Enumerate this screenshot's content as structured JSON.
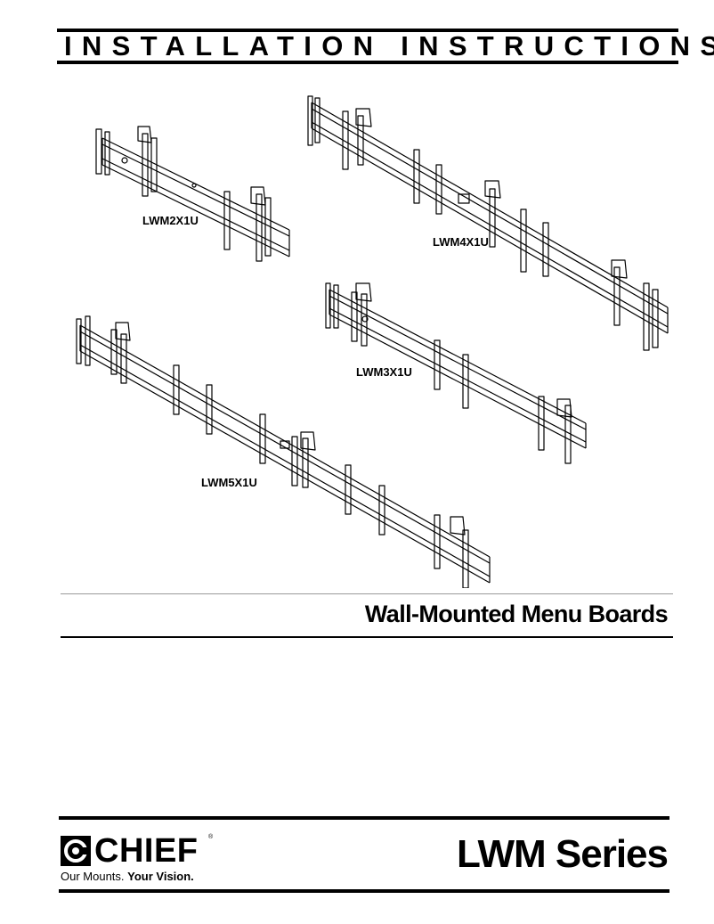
{
  "header": {
    "title": "INSTALLATION INSTRUCTIONS"
  },
  "diagram": {
    "labels": {
      "lwm2": "LWM2X1U",
      "lwm4": "LWM4X1U",
      "lwm3": "LWM3X1U",
      "lwm5": "LWM5X1U"
    }
  },
  "product": {
    "title": "Wall-Mounted Menu Boards"
  },
  "brand": {
    "name": "CHIEF",
    "registered": "®",
    "tagline_plain": "Our Mounts. ",
    "tagline_bold": "Your Vision."
  },
  "series": {
    "title": "LWM Series"
  },
  "colors": {
    "ink": "#000000",
    "divider": "#999999"
  }
}
